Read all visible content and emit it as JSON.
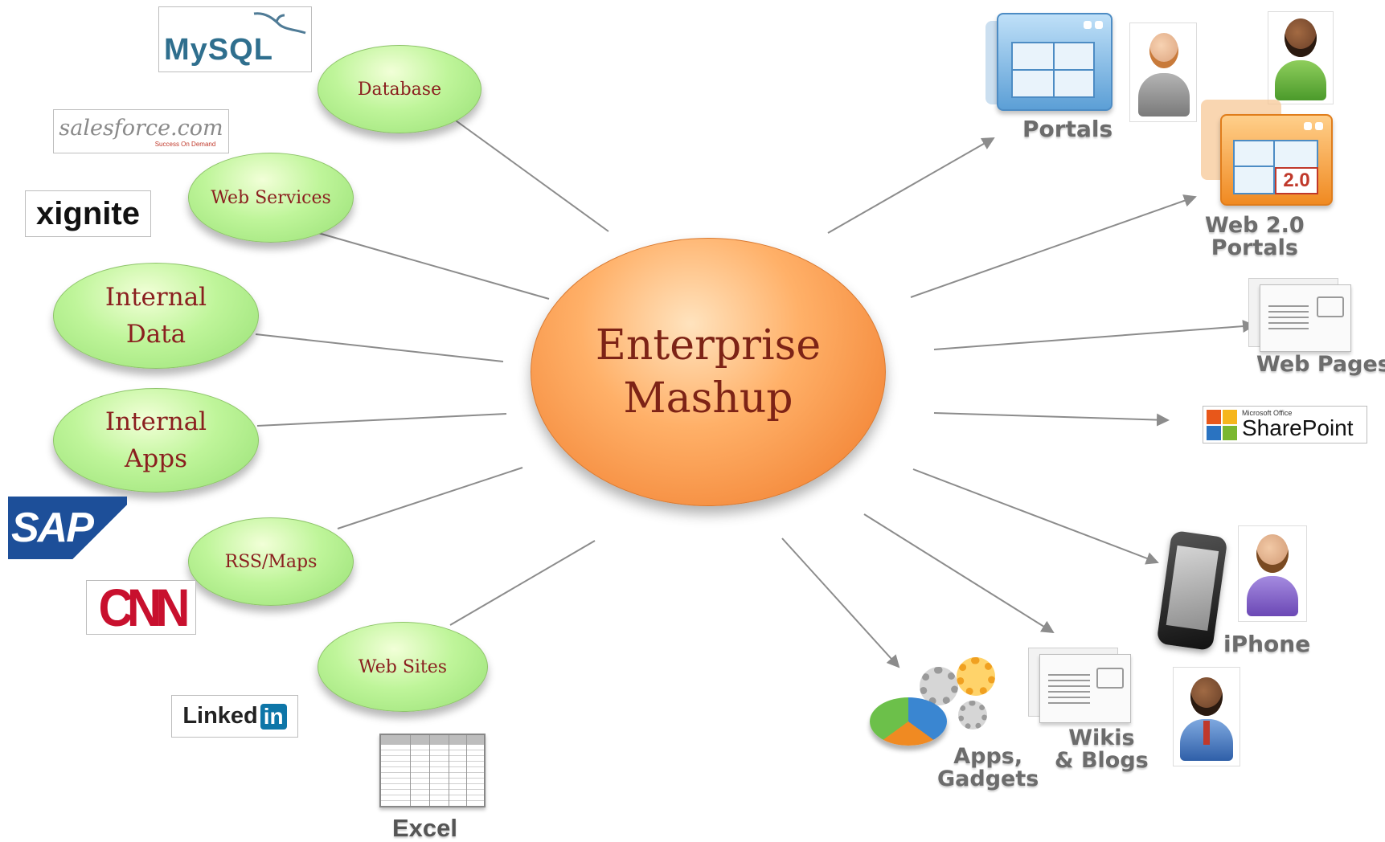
{
  "hub": {
    "line1": "Enterprise",
    "line2": "Mashup"
  },
  "sources": {
    "database": "Database",
    "web_services": "Web Services",
    "internal_data_l1": "Internal",
    "internal_data_l2": "Data",
    "internal_apps_l1": "Internal",
    "internal_apps_l2": "Apps",
    "rss_maps": "RSS/Maps",
    "web_sites": "Web Sites"
  },
  "logos": {
    "mysql": "MySQL",
    "salesforce_main": "salesforce.com",
    "salesforce_tag": "Success On Demand",
    "xignite": "xignite",
    "sap": "SAP",
    "cnn": "CNN",
    "linkedin_text": "Linked",
    "linkedin_in": "in",
    "excel": "Excel"
  },
  "outputs": {
    "portals": "Portals",
    "web20_l1": "Web 2.0",
    "web20_l2": "Portals",
    "web20_badge": "2.0",
    "web_pages": "Web Pages",
    "sharepoint_small": "Microsoft Office",
    "sharepoint": "SharePoint",
    "iphone": "iPhone",
    "wikis_l1": "Wikis",
    "wikis_l2": "& Blogs",
    "apps_l1": "Apps,",
    "apps_l2": "Gadgets"
  },
  "colors": {
    "source_fill": "#bff59a",
    "hub_fill": "#f48a3c",
    "source_text": "#8a1f1f",
    "hub_text": "#7d2316",
    "connector": "#8c8c8c",
    "caption": "#6c6c6c"
  }
}
